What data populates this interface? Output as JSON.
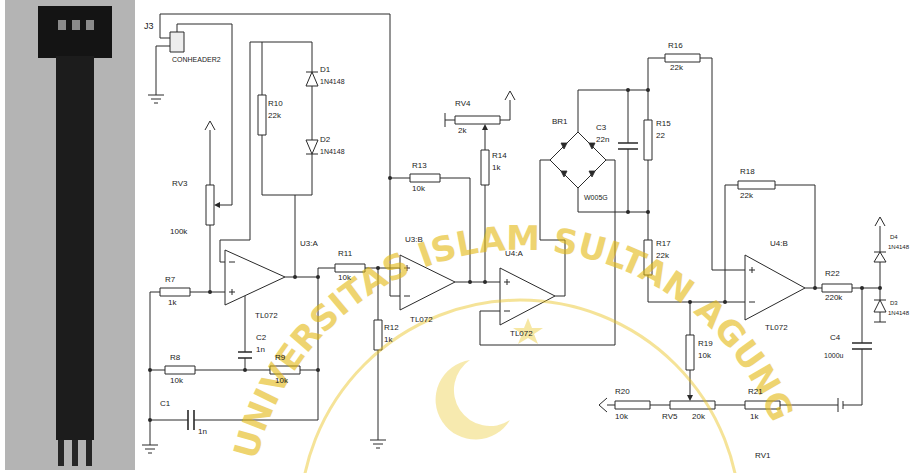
{
  "diagram": {
    "labels": [
      "J3",
      "CONHEADER2",
      "R10",
      "22k",
      "D1",
      "1N4148",
      "D2",
      "1N4148",
      "RV3",
      "100k",
      "U3:A",
      "TL072",
      "R7",
      "1k",
      "R8",
      "10k",
      "C2",
      "1n",
      "R9",
      "10k",
      "C1",
      "1n",
      "R11",
      "10k",
      "R12",
      "1k",
      "U3:B",
      "TL072",
      "R13",
      "10k",
      "RV4",
      "2k",
      "R14",
      "1k",
      "U4:A",
      "TL072",
      "BR1",
      "W005G",
      "C3",
      "22n",
      "R15",
      "22",
      "R16",
      "22k",
      "R17",
      "22k",
      "R18",
      "22k",
      "U4:B",
      "TL072",
      "R19",
      "10k",
      "R20",
      "10k",
      "RV5",
      "20k",
      "R21",
      "1k",
      "R22",
      "220k",
      "D4",
      "1N4148",
      "D3",
      "1N4148",
      "C4",
      "1000u",
      "RV1",
      "UNIVERSITAS ISLAM SULTAN AGUNG"
    ]
  }
}
